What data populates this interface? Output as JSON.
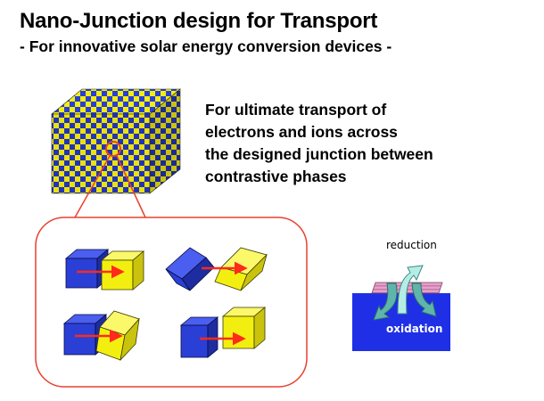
{
  "title": "Nano-Junction design for Transport",
  "subtitle": "- For innovative solar energy conversion devices -",
  "description": {
    "lines": [
      "For ultimate transport of",
      "electrons and ions across",
      "the designed junction between",
      "contrastive phases"
    ]
  },
  "redox": {
    "top_label": "reduction",
    "bottom_label": "oxidation"
  },
  "colors": {
    "cube_blue": "#2a3fd6",
    "cube_yellow": "#f2ef10",
    "arrow_red": "#ff2a1a",
    "callout_red": "#e8412e",
    "substrate_blue": "#1f2fe6",
    "layer_pink": "#e8a0c8",
    "arrow_teal": "#4f9e98"
  }
}
